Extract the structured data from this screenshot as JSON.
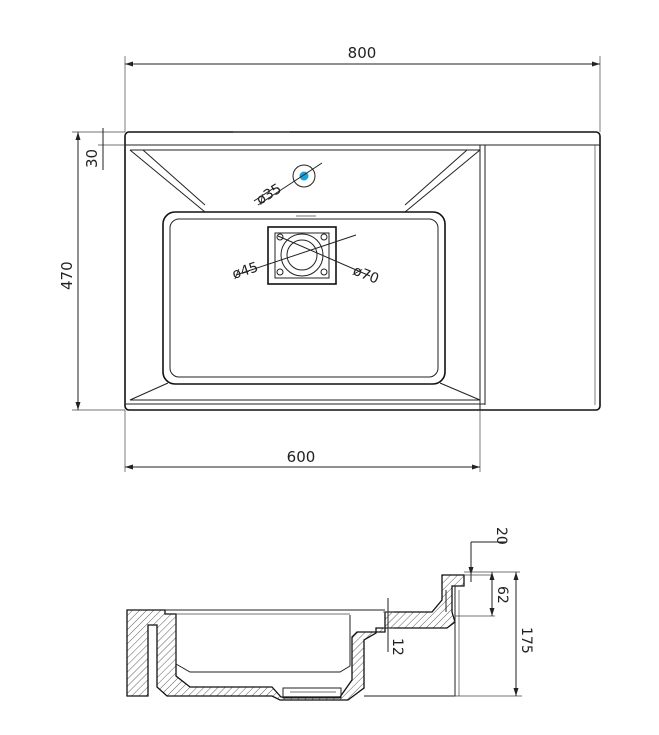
{
  "top_view": {
    "overall_width": "800",
    "bowl_width": "600",
    "overall_depth": "470",
    "rim_thickness": "30",
    "faucet_hole": "ø35",
    "drain_inner": "ø45",
    "drain_outer": "ø70"
  },
  "side_view": {
    "step": "20",
    "shelf_height": "62",
    "total_height": "175",
    "wall": "12"
  },
  "colors": {
    "line": "#222222",
    "faucet_marker": "#1aa3d9",
    "hatch": "#333333"
  }
}
